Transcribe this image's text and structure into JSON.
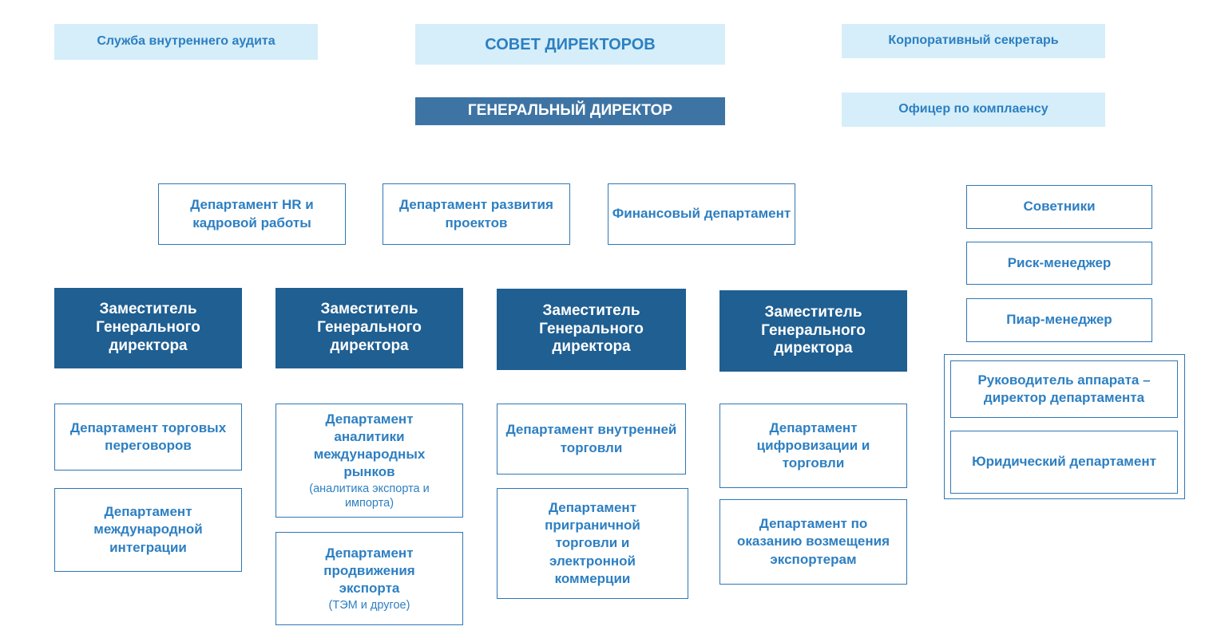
{
  "top": {
    "audit": "Служба внутреннего аудита",
    "board": "СОВЕТ ДИРЕКТОРОВ",
    "secretary": "Корпоративный секретарь",
    "ceo": "ГЕНЕРАЛЬНЫЙ ДИРЕКТОР",
    "compliance": "Офицер по комплаенсу"
  },
  "ceo_departments": [
    "Департамент HR и кадровой работы",
    "Департамент развития проектов",
    "Финансовый департамент"
  ],
  "deputies": [
    "Заместитель Генерального директора",
    "Заместитель Генерального директора",
    "Заместитель Генерального директора",
    "Заместитель Генерального директора"
  ],
  "col1": {
    "d1": "Департамент торговых переговоров",
    "d2": "Департамент международной интеграции"
  },
  "col2": {
    "d1": "Департамент аналитики международных рынков",
    "d1_note": "(аналитика экспорта и импорта)",
    "d2": "Департамент продвижения экспорта",
    "d2_note": "(ТЭМ и другое)"
  },
  "col3": {
    "d1": "Департамент внутренней торговли",
    "d2": "Департамент приграничной торговли и электронной коммерции"
  },
  "col4": {
    "d1": "Департамент цифровизации и торговли",
    "d2": "Департамент по оказанию возмещения экспортерам"
  },
  "right": {
    "advisors": "Советники",
    "risk": "Риск-менеджер",
    "pr": "Пиар-менеджер",
    "chief_of_staff": "Руководитель аппарата – директор департамента",
    "legal": "Юридический департамент"
  },
  "colors": {
    "light_fill": "#d5eef9",
    "light_text": "#2d7fc2",
    "ceo_fill": "#3e74a4",
    "deputy_fill": "#1f5f92",
    "border": "#2f77b5"
  }
}
